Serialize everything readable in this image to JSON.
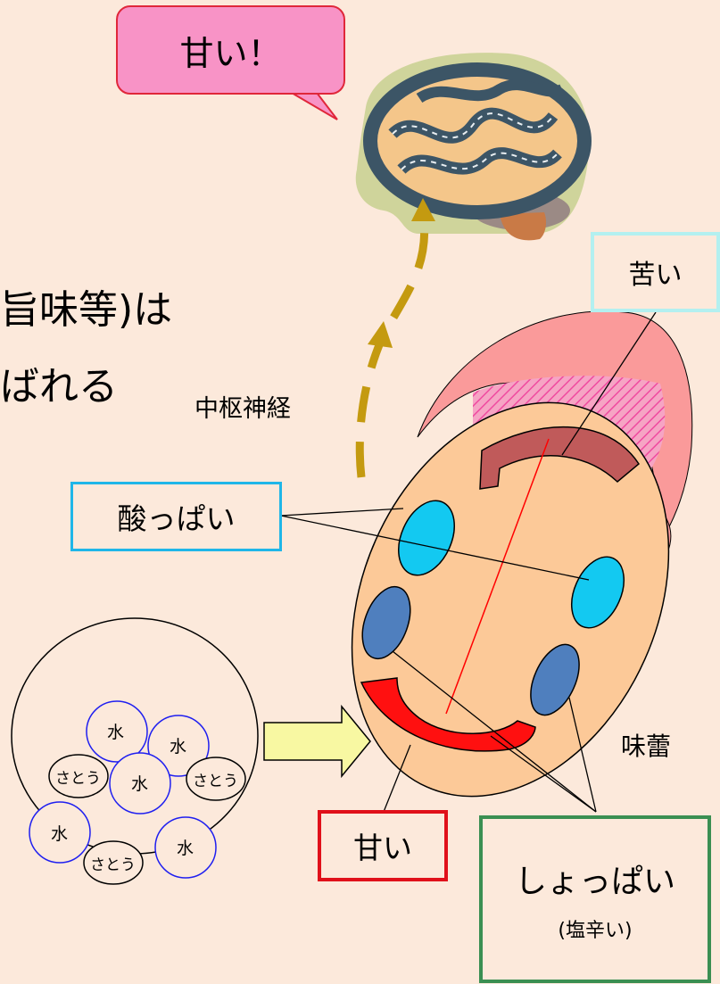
{
  "speech_bubble": {
    "text": "甘い！"
  },
  "headline": {
    "line1": "旨味等)は",
    "line2": "ばれる"
  },
  "labels": {
    "central_nerve": "中枢神経",
    "bitter": "苦い",
    "sour": "酸っぱい",
    "taste_bud": "味蕾",
    "sweet": "甘い",
    "salty": "しょっぱい",
    "salty_note": "(塩辛い)"
  },
  "solution": {
    "water": "水",
    "sugar": "さとう"
  },
  "colors": {
    "background": "#fce9db",
    "bubble_fill": "#f893c6",
    "bitter_border": "#b3f0f0",
    "sour_border": "#1fb6e8",
    "sweet_border": "#e0101a",
    "salty_border": "#3a8f52",
    "tongue": "#fcc998",
    "sweet_region": "#ff1010",
    "bitter_region": "#c05a5a",
    "sour_region": "#13c9f1",
    "salty_region": "#4f7fbe",
    "arrow": "#c49a10"
  }
}
